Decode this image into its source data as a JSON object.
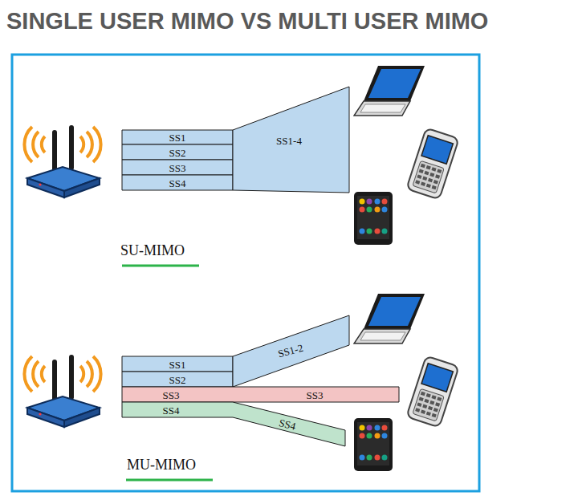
{
  "diagram": {
    "title": "SINGLE USER MIMO VS MULTI USER MIMO",
    "nodes": [
      {
        "text": [
          "SS1"
        ]
      },
      {
        "text": [
          "SS2"
        ]
      },
      {
        "text": [
          "SS3"
        ]
      },
      {
        "text": [
          "SS4"
        ]
      },
      {
        "text": [
          "SS1-4"
        ]
      },
      {
        "text": [
          "SS1"
        ]
      },
      {
        "text": [
          "SS2"
        ]
      },
      {
        "text": [
          "SS1-2"
        ]
      },
      {
        "text": [
          "SS3",
          "SS3"
        ]
      },
      {
        "text": [
          "SS4",
          "SS4"
        ]
      }
    ],
    "labels": [
      "SU-MIMO",
      "MU-MIMO"
    ]
  }
}
